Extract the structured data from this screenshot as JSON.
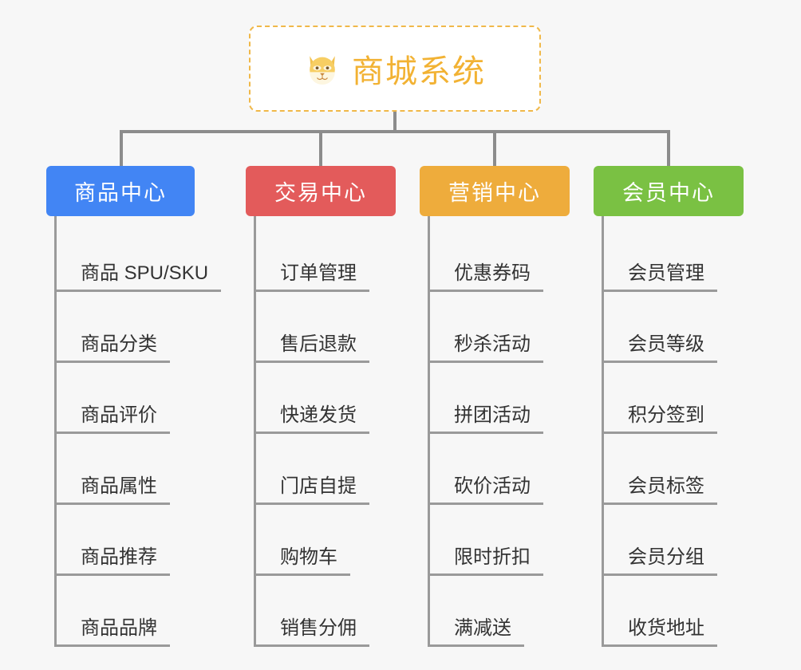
{
  "root": {
    "icon": "shiba-dog-face-emoji",
    "title": "商城系统",
    "border_color": "#f0b849",
    "text_color": "#f2b233"
  },
  "connector_color": "#8c8c8c",
  "background_color": "#f7f7f7",
  "categories": [
    {
      "label": "商品中心",
      "color": "#4285f4",
      "items": [
        "商品 SPU/SKU",
        "商品分类",
        "商品评价",
        "商品属性",
        "商品推荐",
        "商品品牌"
      ]
    },
    {
      "label": "交易中心",
      "color": "#e35b5b",
      "items": [
        "订单管理",
        "售后退款",
        "快递发货",
        "门店自提",
        "购物车",
        "销售分佣"
      ]
    },
    {
      "label": "营销中心",
      "color": "#eeac3c",
      "items": [
        "优惠券码",
        "秒杀活动",
        "拼团活动",
        "砍价活动",
        "限时折扣",
        "满减送"
      ]
    },
    {
      "label": "会员中心",
      "color": "#7ac143",
      "items": [
        "会员管理",
        "会员等级",
        "积分签到",
        "会员标签",
        "会员分组",
        "收货地址"
      ]
    }
  ]
}
